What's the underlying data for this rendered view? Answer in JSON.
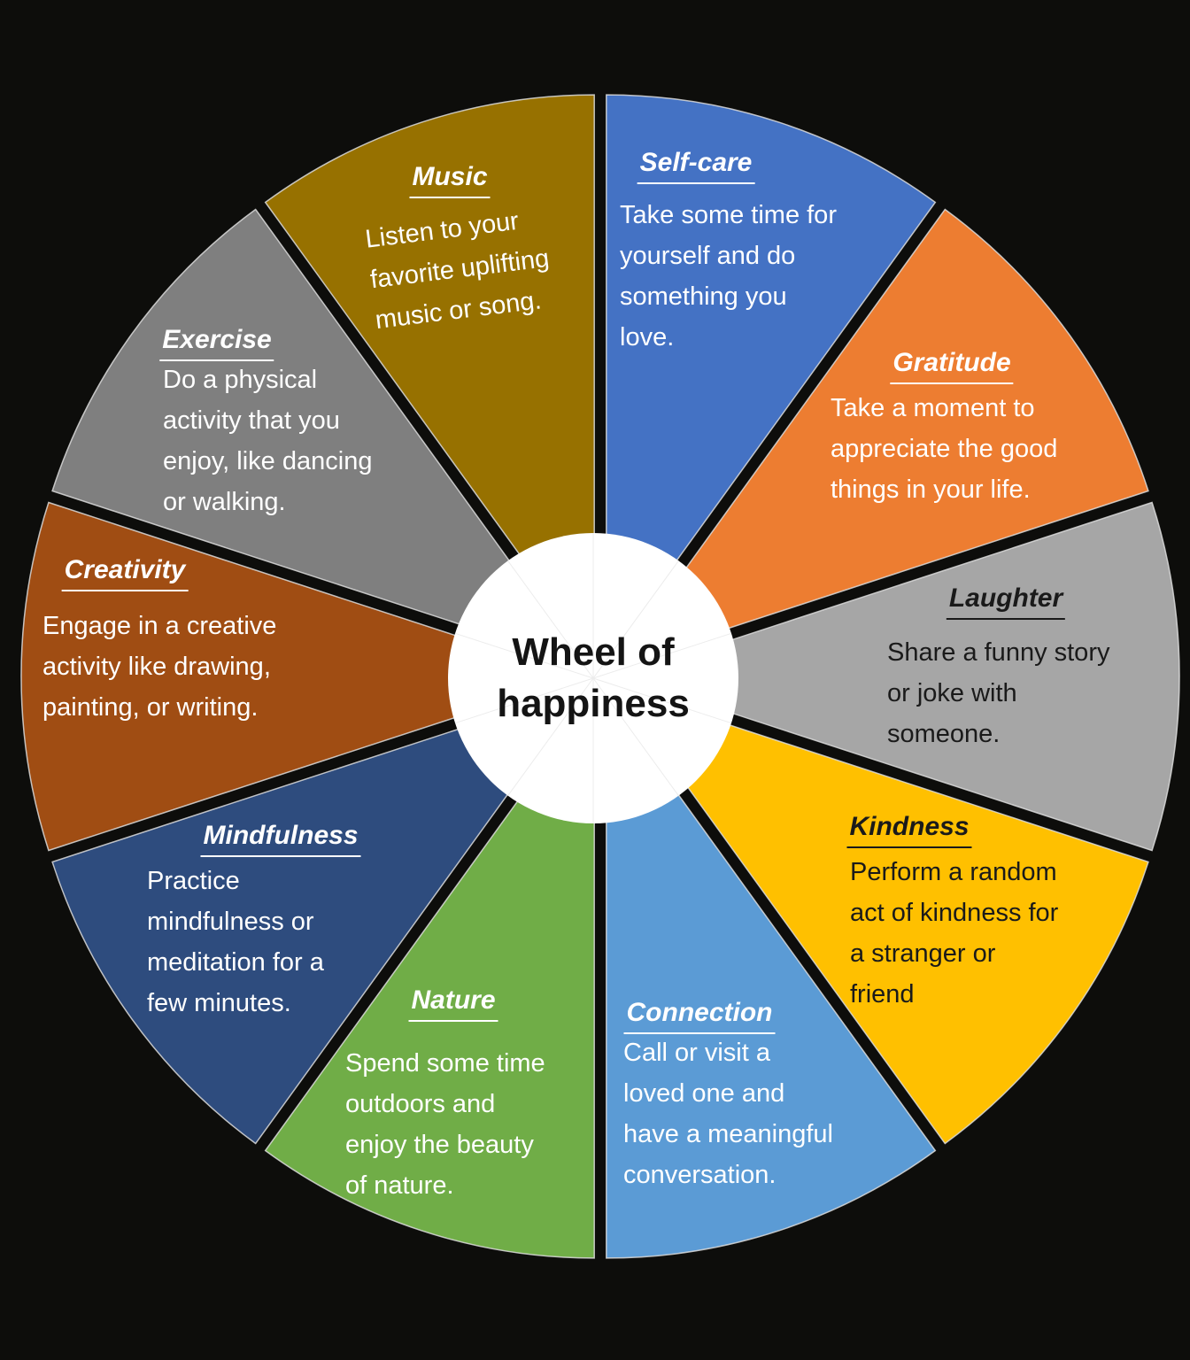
{
  "background_color": "#0D0D0B",
  "wedge_outline_color": "#DCDCDC",
  "center": {
    "title": "Wheel of\nhappiness",
    "circle_color": "#FFFFFF",
    "text_color": "#141414"
  },
  "segments": [
    {
      "name": "self-care",
      "title": "Self-care",
      "description": "Take some time for\nyourself and do\nsomething you\nlove.",
      "color": "#4472C4",
      "text_color": "#FFFFFF"
    },
    {
      "name": "gratitude",
      "title": "Gratitude",
      "description": "Take a moment to\nappreciate the good\nthings in your life.",
      "color": "#ED7D31",
      "text_color": "#FFFFFF"
    },
    {
      "name": "laughter",
      "title": "Laughter",
      "description": "Share a funny story\nor joke with\nsomeone.",
      "color": "#A6A6A6",
      "text_color": "#1A1A1A"
    },
    {
      "name": "kindness",
      "title": "Kindness",
      "description": "Perform a random\nact of kindness for\na stranger or\nfriend",
      "color": "#FFC000",
      "text_color": "#1A1A1A"
    },
    {
      "name": "connection",
      "title": "Connection",
      "description": "Call or visit a\nloved one and\nhave a meaningful\nconversation.",
      "color": "#5B9BD5",
      "text_color": "#FFFFFF"
    },
    {
      "name": "nature",
      "title": "Nature",
      "description": "Spend some time\noutdoors and\nenjoy the beauty\nof nature.",
      "color": "#70AD47",
      "text_color": "#FFFFFF"
    },
    {
      "name": "mindfulness",
      "title": "Mindfulness",
      "description": "Practice\nmindfulness or\nmeditation for a\nfew minutes.",
      "color": "#2E4C7E",
      "text_color": "#FFFFFF"
    },
    {
      "name": "creativity",
      "title": "Creativity",
      "description": "Engage in a creative\nactivity like drawing,\npainting, or writing.",
      "color": "#A04D13",
      "text_color": "#FFFFFF"
    },
    {
      "name": "exercise",
      "title": "Exercise",
      "description": "Do a physical\nactivity that you\nenjoy, like dancing\nor walking.",
      "color": "#7F7F7F",
      "text_color": "#FFFFFF"
    },
    {
      "name": "music",
      "title": "Music",
      "description": "Listen to your\nfavorite uplifting\nmusic or song.",
      "color": "#977100",
      "text_color": "#FFFFFF"
    }
  ]
}
